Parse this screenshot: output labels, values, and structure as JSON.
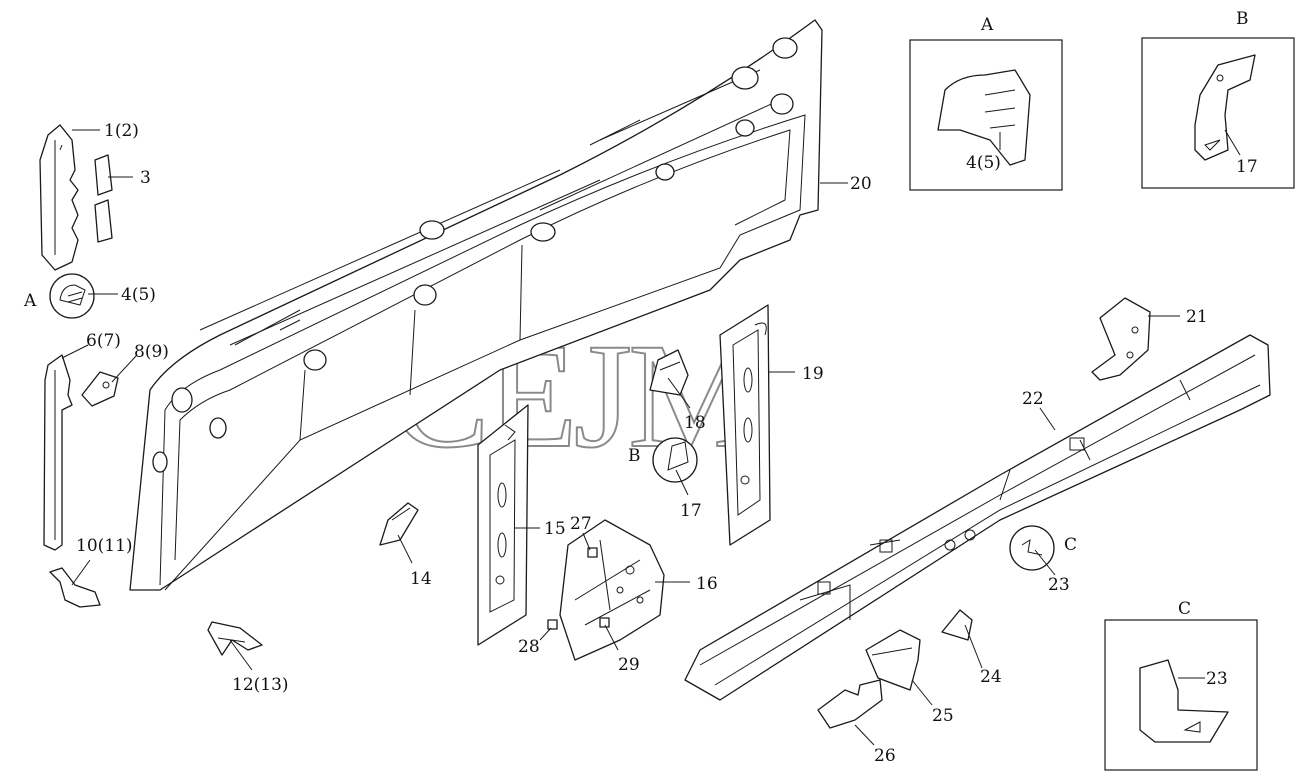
{
  "watermark": "CEJM",
  "detail_views": {
    "A": {
      "title": "A",
      "part_label": "4(5)"
    },
    "B": {
      "title": "B",
      "part_label": "17"
    },
    "C": {
      "title": "C",
      "part_label": "23"
    }
  },
  "callouts": {
    "p1": "1(2)",
    "p3": "3",
    "p4": "4(5)",
    "a_marker": "A",
    "p6": "6(7)",
    "p8": "8(9)",
    "p10": "10(11)",
    "p12": "12(13)",
    "p14": "14",
    "p15": "15",
    "p16": "16",
    "p17": "17",
    "b_marker": "B",
    "p18": "18",
    "p19": "19",
    "p20": "20",
    "p21": "21",
    "p22": "22",
    "p23": "23",
    "c_marker": "C",
    "p24": "24",
    "p25": "25",
    "p26": "26",
    "p27": "27",
    "p28": "28",
    "p29": "29"
  }
}
